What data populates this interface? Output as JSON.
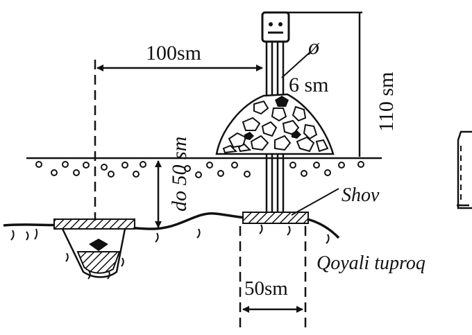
{
  "labels": {
    "dist_horizontal": "100sm",
    "height_total": "110 sm",
    "diameter_symbol": "ø",
    "diameter_value": "6 sm",
    "depth": "do 50  sm",
    "seam": "Shov",
    "soil": "Qoyali tuproq",
    "base_width": "50sm"
  },
  "colors": {
    "ink": "#111111",
    "background": "#ffffff"
  }
}
